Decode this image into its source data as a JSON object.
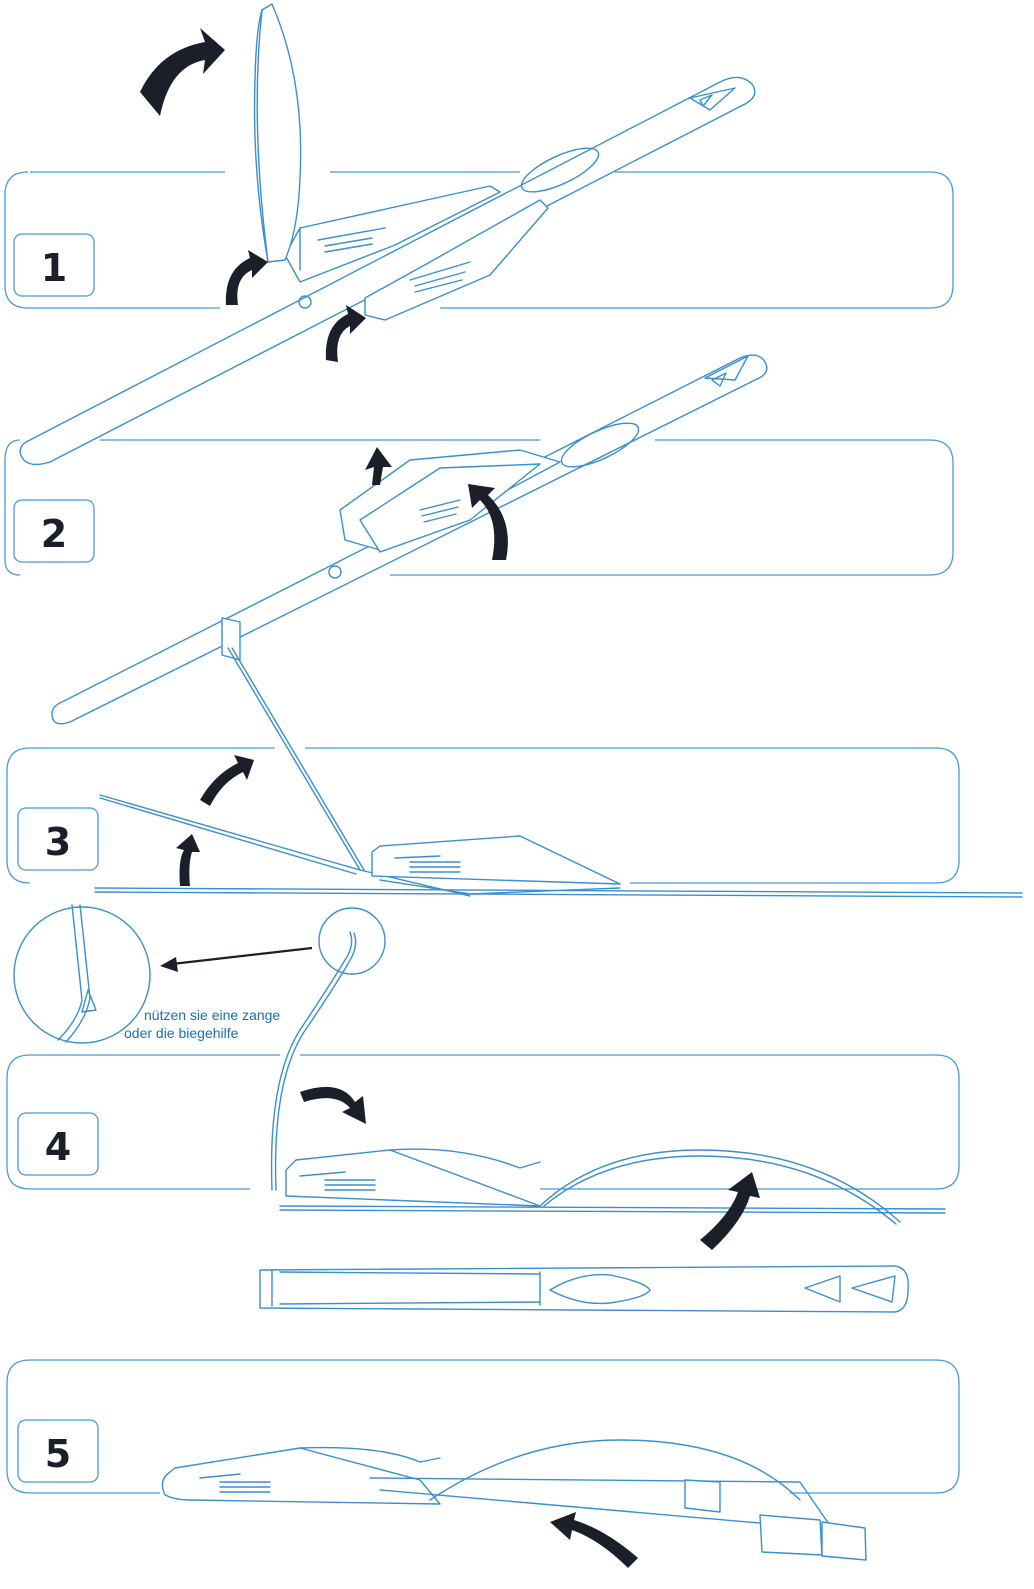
{
  "steps": [
    {
      "number": "1"
    },
    {
      "number": "2"
    },
    {
      "number": "3"
    },
    {
      "number": "4"
    },
    {
      "number": "5"
    }
  ],
  "detail_note": {
    "line1": "nützen sie eine zange",
    "line2": "oder die biegehilfe"
  },
  "colors": {
    "line": "#3a8fd0",
    "arrow": "#1b1f2a",
    "text": "#1a6fb3"
  }
}
